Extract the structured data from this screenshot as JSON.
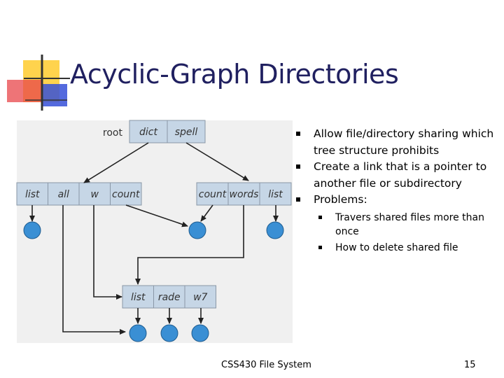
{
  "slide": {
    "title": "Acyclic-Graph Directories",
    "footer_center": "CSS430 File System",
    "page_number": "15"
  },
  "figure": {
    "root_label": "root",
    "top_dir": [
      "dict",
      "spell"
    ],
    "left_dir": [
      "list",
      "all",
      "w",
      "count"
    ],
    "right_dir": [
      "count",
      "words",
      "list"
    ],
    "bottom_dir": [
      "list",
      "rade",
      "w7"
    ]
  },
  "bullets": [
    {
      "text": "Allow file/directory sharing which tree structure prohibits"
    },
    {
      "text": "Create a link that is a pointer to another file or subdirectory"
    },
    {
      "text": "Problems:",
      "sub": [
        "Travers shared files more than once",
        "How to delete shared file"
      ]
    }
  ],
  "colors": {
    "title": "#202060",
    "cell_fill": "#c6d6e6",
    "file_fill": "#3a8fd4",
    "figure_bg": "#efefef",
    "deco_yellow": "#ffd34d",
    "deco_red": "#e8464a",
    "deco_blue": "#2f50d8"
  }
}
